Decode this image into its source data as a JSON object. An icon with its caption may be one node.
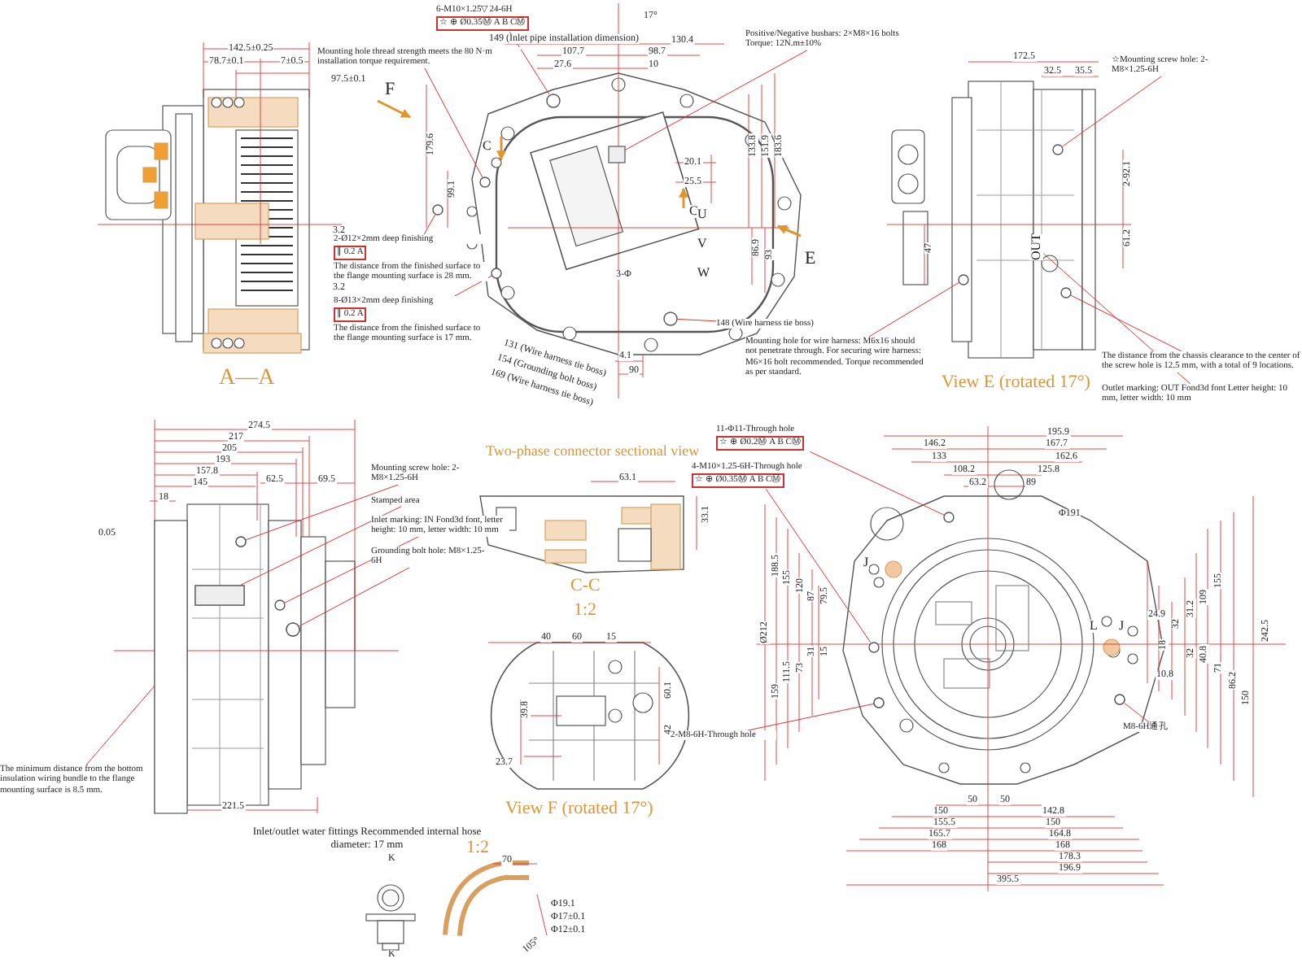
{
  "diagram": {
    "nodes": [
      {
        "text": [
          "Mounting hole thread strength meets the 80 N·m installation torque requirement."
        ]
      },
      {
        "text": [
          "Positive/Negative busbars: 2×M8×16 bolts Torque: 12N.m±10%"
        ]
      },
      {
        "text": [
          "2-Ø12×2mm deep finishing",
          "∥ 0.2 A",
          "The distance from the finished surface to the flange mounting surface is 28 mm."
        ]
      },
      {
        "text": [
          "8-Ø13×2mm deep finishing",
          "∥ 0.2 A",
          "The distance from the finished surface to the flange mounting surface is 17 mm."
        ]
      },
      {
        "text": [
          "148 (Wire harness tie boss)"
        ]
      },
      {
        "text": [
          "Mounting hole for wire harness: M6x16 should not penetrate through. For securing wire harness: M6×16 bolt recommended. Torque recommended as per standard."
        ]
      },
      {
        "text": [
          "☆Mounting screw hole: 2-M8×1.25-6H"
        ]
      },
      {
        "text": [
          "The distance from the chassis clearance to the center of the screw hole is 12.5 mm, with a total of 9 locations."
        ]
      },
      {
        "text": [
          "Outlet marking: OUT Fond3d font Letter height: 10 mm, letter width: 10 mm"
        ]
      },
      {
        "text": [
          "Mounting screw hole: 2-M8×1.25-6H"
        ]
      },
      {
        "text": [
          "Stamped area"
        ]
      },
      {
        "text": [
          "Inlet marking: IN Fond3d font, letter height: 10 mm, letter width: 10 mm"
        ]
      },
      {
        "text": [
          "Grounding bolt hole: M8×1.25-6H"
        ]
      },
      {
        "text": [
          "The minimum distance from the bottom insulation wiring bundle to the flange mounting surface is 8.5 mm."
        ]
      },
      {
        "text": [
          "11-Φ11-Through hole",
          "☆ ⊕ Ø0.2Ⓜ A B CⓂ"
        ]
      },
      {
        "text": [
          "4-M10×1.25-6H-Through hole",
          "☆ ⊕ Ø0.35Ⓜ A B CⓂ"
        ]
      },
      {
        "text": [
          "2-M8-6H-Through hole"
        ]
      },
      {
        "text": [
          "M8-6H通孔"
        ]
      },
      {
        "text": [
          "6-M10×1.25▽24-6H",
          "☆ ⊕ Ø0.35Ⓜ A B CⓂ"
        ]
      },
      {
        "text": [],
        "shape": "circle"
      },
      {
        "text": [],
        "shape": "box"
      },
      {
        "text": [],
        "shape": "circle"
      },
      {
        "text": [],
        "shape": "circle"
      },
      {
        "text": [],
        "shape": "circle"
      },
      {
        "text": [],
        "shape": "circle"
      },
      {
        "text": [],
        "shape": "circle"
      },
      {
        "text": [],
        "shape": "circle"
      },
      {
        "text": [
          "OUT"
        ]
      },
      {
        "text": [],
        "shape": "circle"
      },
      {
        "text": [],
        "shape": "box"
      },
      {
        "text": [],
        "shape": "circle"
      },
      {
        "text": [],
        "shape": "circle"
      },
      {
        "text": [],
        "shape": "circle"
      },
      {
        "text": [],
        "shape": "circle"
      },
      {
        "text": [],
        "shape": "circle"
      },
      {
        "text": [],
        "shape": "circle"
      },
      {
        "text": [],
        "shape": "circle"
      },
      {
        "text": [],
        "shape": "bar"
      }
    ],
    "edges": [
      {
        "from": 0,
        "to": 19,
        "arrow": "none"
      },
      {
        "from": 1,
        "to": 20,
        "arrow": "none"
      },
      {
        "from": 2,
        "to": 21,
        "arrow": "none"
      },
      {
        "from": 3,
        "to": 22,
        "arrow": "none"
      },
      {
        "from": 4,
        "to": 23,
        "arrow": "none"
      },
      {
        "from": 5,
        "to": 24,
        "arrow": "none"
      },
      {
        "from": 6,
        "to": 25,
        "arrow": "none"
      },
      {
        "from": 7,
        "to": 26,
        "arrow": "none"
      },
      {
        "from": 8,
        "to": 27,
        "arrow": "none"
      },
      {
        "from": 9,
        "to": 28,
        "arrow": "none"
      },
      {
        "from": 10,
        "to": 29,
        "arrow": "none"
      },
      {
        "from": 11,
        "to": 30,
        "arrow": "none"
      },
      {
        "from": 12,
        "to": 31,
        "arrow": "none"
      },
      {
        "from": 13,
        "to": 37,
        "arrow": "none"
      },
      {
        "from": 14,
        "to": 32,
        "arrow": "none"
      },
      {
        "from": 15,
        "to": 33,
        "arrow": "none"
      },
      {
        "from": 16,
        "to": 34,
        "arrow": "none"
      },
      {
        "from": 17,
        "to": 35,
        "arrow": "none"
      },
      {
        "from": 18,
        "to": 36,
        "arrow": "none"
      }
    ],
    "labels": [
      "142.5±0.25",
      "78.7±0.1",
      "7±0.5",
      "97.5±0.1",
      "A—A",
      "149 (Inlet pipe installation dimension)",
      "17°",
      "130.4",
      "107.7",
      "98.7",
      "27.6",
      "10",
      "F",
      "179.6",
      "99.1",
      "C",
      "C",
      "20.1",
      "25.5",
      "133.8",
      "151.9",
      "183.6",
      "U",
      "V",
      "W",
      "86.9",
      "93",
      "E",
      "3.2",
      "3.2",
      "3-Φ",
      "131 (Wire harness tie boss)",
      "154 (Grounding bolt boss)",
      "169 (Wire harness tie boss)",
      "4.1",
      "90",
      "172.5",
      "32.5",
      "35.5",
      "2-92.1",
      "61.2",
      "47",
      "View E (rotated 17°)",
      "274.5",
      "217",
      "205",
      "193",
      "157.8",
      "145",
      "62.5",
      "69.5",
      "18",
      "0.05",
      "221.5",
      "Inlet/outlet water fittings Recommended internal hose diameter: 17 mm",
      "1:2",
      "K",
      "K",
      "70",
      "Φ19.1",
      "Φ17±0.1",
      "Φ12±0.1",
      "105°",
      "Two-phase connector sectional view",
      "63.1",
      "33.1",
      "C-C",
      "1:2",
      "40",
      "60",
      "15",
      "60.1",
      "39.8",
      "42",
      "23.7",
      "View F (rotated 17°)",
      "195.9",
      "146.2",
      "167.7",
      "133",
      "162.6",
      "108.2",
      "125.8",
      "63.2",
      "89",
      "Φ191",
      "Ø212",
      "188.5",
      "155",
      "120",
      "87",
      "79.5",
      "31",
      "15",
      "73",
      "111.5",
      "159",
      "24.9",
      "18",
      "10.8",
      "32",
      "31.2",
      "32",
      "109",
      "40.8",
      "155",
      "71",
      "86.2",
      "150",
      "242.5",
      "J",
      "L",
      "J",
      "50",
      "50",
      "150",
      "142.8",
      "155.5",
      "150",
      "165.7",
      "164.8",
      "168",
      "168",
      "178.3",
      "196.9",
      "395.5"
    ]
  }
}
